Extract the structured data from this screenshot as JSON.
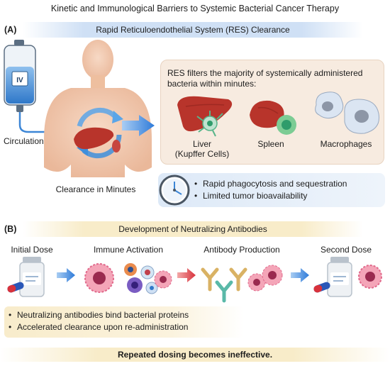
{
  "title": "Kinetic and Immunological Barriers to Systemic Bacterial Cancer Therapy",
  "panel_a": {
    "label": "(A)",
    "heading": "Rapid Reticuloendothelial System (RES) Clearance",
    "iv_label": "IV",
    "circulation": "Circulation",
    "clearance_minutes": "Clearance in Minutes",
    "res_text": "RES filters the majority of systemically administered bacteria within minutes:",
    "organs": {
      "liver_line1": "Liver",
      "liver_line2": "(Kupffer Cells)",
      "spleen": "Spleen",
      "macrophages": "Macrophages"
    },
    "bullets": [
      "Rapid phagocytosis and sequestration",
      "Limited tumor bioavailability"
    ]
  },
  "panel_b": {
    "label": "(B)",
    "heading": "Development of Neutralizing Antibodies",
    "steps": [
      "Initial Dose",
      "Immune Activation",
      "Antibody Production",
      "Second Dose"
    ],
    "bullets": [
      "Neutralizing antibodies bind bacterial proteins",
      "Accelerated clearance upon re-administration"
    ],
    "conclusion": "Repeated dosing becomes ineffective."
  },
  "colors": {
    "band_blue": "#cfe0f5",
    "band_yellow": "#f8ecc9",
    "arrow_blue": "#2f7bd9",
    "arrow_red": "#d8323c",
    "liver": "#b8342b",
    "skin": "#f3cdb3"
  }
}
